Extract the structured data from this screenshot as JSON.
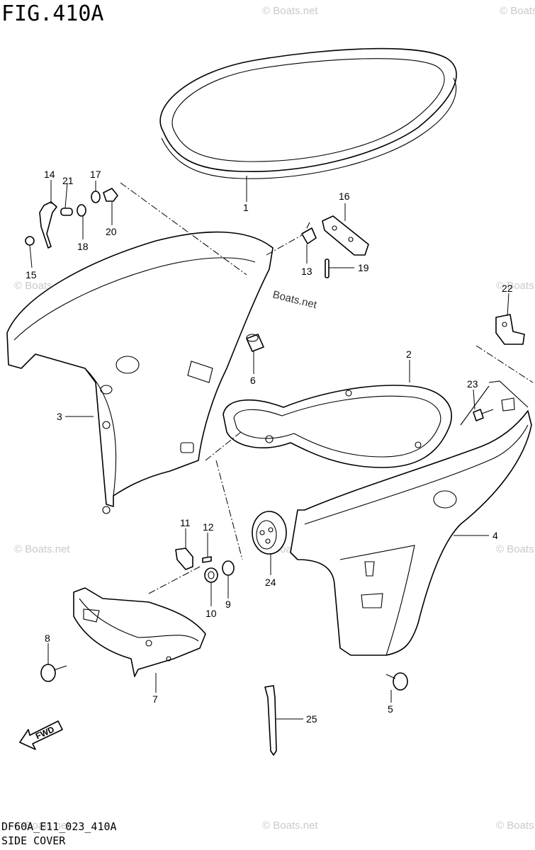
{
  "figure": {
    "title": "FIG.410A",
    "diagram_code": "DF60A_E11_023_410A",
    "section_name": "SIDE COVER",
    "fwd_label": "FWD"
  },
  "watermark": {
    "text": "© Boats.net",
    "overlay_text": "Boats.net"
  },
  "callouts": [
    {
      "id": "1",
      "label": "1"
    },
    {
      "id": "2",
      "label": "2"
    },
    {
      "id": "3",
      "label": "3"
    },
    {
      "id": "4",
      "label": "4"
    },
    {
      "id": "5",
      "label": "5"
    },
    {
      "id": "6",
      "label": "6"
    },
    {
      "id": "7",
      "label": "7"
    },
    {
      "id": "8",
      "label": "8"
    },
    {
      "id": "9",
      "label": "9"
    },
    {
      "id": "10",
      "label": "10"
    },
    {
      "id": "11",
      "label": "11"
    },
    {
      "id": "12",
      "label": "12"
    },
    {
      "id": "13",
      "label": "13"
    },
    {
      "id": "14",
      "label": "14"
    },
    {
      "id": "15",
      "label": "15"
    },
    {
      "id": "16",
      "label": "16"
    },
    {
      "id": "17",
      "label": "17"
    },
    {
      "id": "18",
      "label": "18"
    },
    {
      "id": "19",
      "label": "19"
    },
    {
      "id": "20",
      "label": "20"
    },
    {
      "id": "21",
      "label": "21"
    },
    {
      "id": "22",
      "label": "22"
    },
    {
      "id": "23",
      "label": "23"
    },
    {
      "id": "24",
      "label": "24"
    },
    {
      "id": "25",
      "label": "25"
    }
  ]
}
